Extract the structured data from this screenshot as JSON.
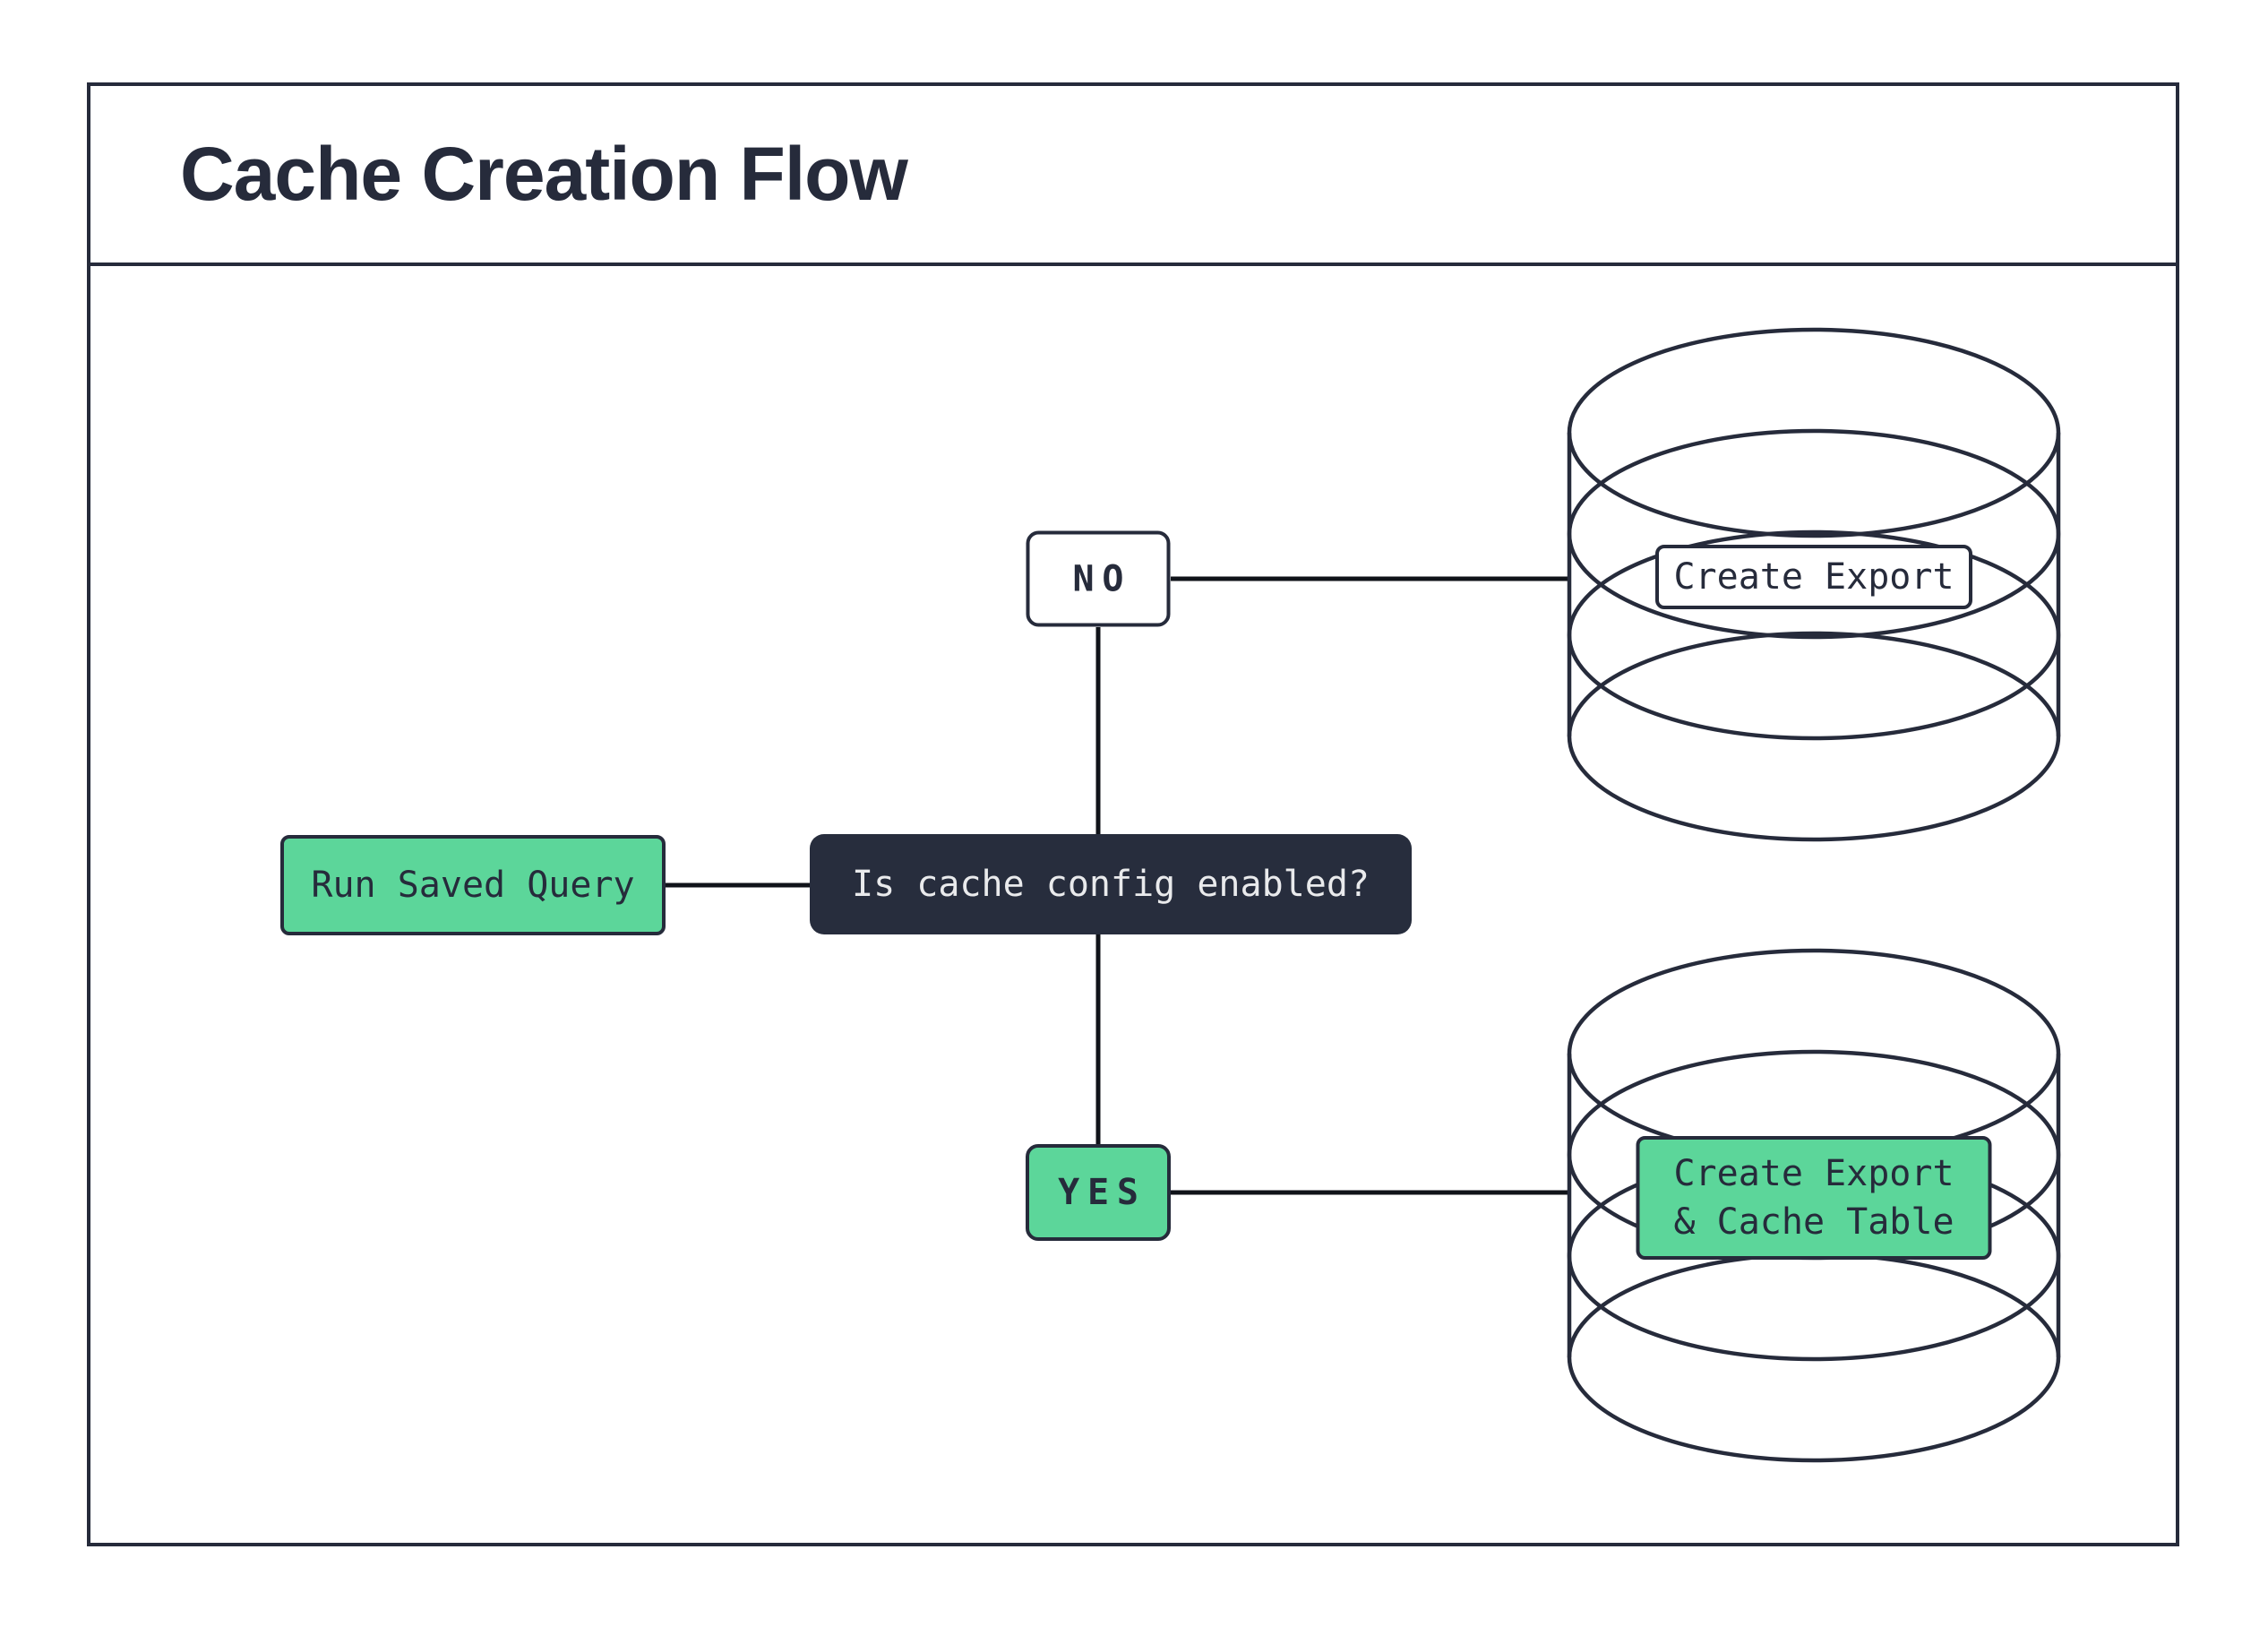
{
  "colors": {
    "ink": "#262B3B",
    "connector": "#101319",
    "accent_green": "#5CD69A",
    "decision_bg": "#272D3D",
    "decision_text": "#E9EAEC",
    "background": "#FFFFFF"
  },
  "header": {
    "title": "Cache Creation Flow"
  },
  "nodes": {
    "start": {
      "label": "Run Saved Query"
    },
    "decision": {
      "label": "Is cache config enabled?"
    },
    "no_branch": {
      "label": "NO"
    },
    "yes_branch": {
      "label": "YES"
    },
    "no_result": {
      "label": "Create Export"
    },
    "yes_result": {
      "label_line1": "Create Export",
      "label_line2": "& Cache Table"
    }
  },
  "icons": {
    "no_branch_target": "database-cylinder",
    "yes_branch_target": "database-cylinder"
  }
}
